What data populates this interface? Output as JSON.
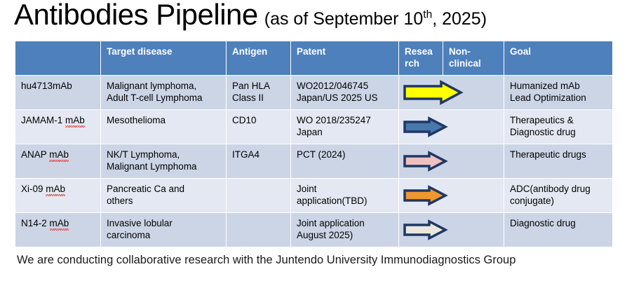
{
  "title": {
    "main": "Antibodies Pipeline",
    "sub_prefix": "(as of September 10",
    "sub_ordinal": "th",
    "sub_suffix": ", 2025)"
  },
  "table": {
    "headers": {
      "name": "",
      "target_disease": "Target disease",
      "antigen": "Antigen",
      "patent": "Patent",
      "research_line1": "Resea",
      "research_line2": "rch",
      "nonclinical_line1": "Non-",
      "nonclinical_line2": "clinical",
      "goal": "Goal"
    },
    "rows": [
      {
        "name": "hu4713mAb",
        "name_plain": "hu4713mAb",
        "name_misspelled": "",
        "disease_line1": "Malignant lymphoma,",
        "disease_line2": "Adult T-cell Lymphoma",
        "antigen_line1": "Pan HLA",
        "antigen_line2": "Class II",
        "patent_line1": "WO2012/046745",
        "patent_line2": "Japan/US 2025 US",
        "goal_line1": "Humanized mAb",
        "goal_line2": "Lead Optimization",
        "arrow": {
          "fill": "#ffff00",
          "stroke": "#1f3864",
          "size": "large",
          "label": "research-to-nonclinical-arrow"
        }
      },
      {
        "name": "JAMAM-1 mAb",
        "name_plain": "JAMAM-1 ",
        "name_misspelled": "mAb",
        "disease_line1": "Mesothelioma",
        "disease_line2": "",
        "antigen_line1": "CD10",
        "antigen_line2": "",
        "patent_line1": "WO 2018/235247",
        "patent_line2": "Japan",
        "goal_line1": "Therapeutics &",
        "goal_line2": "Diagnostic drug",
        "arrow": {
          "fill": "#4878ab",
          "stroke": "#1f3864",
          "size": "small",
          "label": "research-arrow"
        }
      },
      {
        "name": "ANAP mAb",
        "name_plain": "ANAP ",
        "name_misspelled": "mAb",
        "disease_line1": "NK/T Lymphoma,",
        "disease_line2": "Malignant Lymphoma",
        "antigen_line1": "ITGA4",
        "antigen_line2": "",
        "patent_line1": "PCT (2024)",
        "patent_line2": "",
        "goal_line1": "Therapeutic drugs",
        "goal_line2": "",
        "arrow": {
          "fill": "#eec0c0",
          "stroke": "#1f3864",
          "size": "small",
          "label": "research-arrow"
        }
      },
      {
        "name": "Xi-09 mAb",
        "name_plain": "Xi-09 ",
        "name_misspelled": "mAb",
        "disease_line1": "Pancreatic Ca and",
        "disease_line2": "others",
        "antigen_line1": "",
        "antigen_line2": "",
        "patent_line1": "Joint",
        "patent_line2": "application(TBD)",
        "goal_line1": "ADC(antibody drug",
        "goal_line2": "conjugate)",
        "arrow": {
          "fill": "#f2962f",
          "stroke": "#1f3864",
          "size": "small",
          "label": "research-arrow"
        }
      },
      {
        "name": "N14-2 mAb",
        "name_plain": "N14-2 ",
        "name_misspelled": "mAb",
        "disease_line1": "Invasive lobular",
        "disease_line2": "carcinoma",
        "antigen_line1": "",
        "antigen_line2": "",
        "patent_line1": "Joint application",
        "patent_line2": "August  2025)",
        "goal_line1": "Diagnostic drug",
        "goal_line2": "",
        "arrow": {
          "fill": "#eae8de",
          "stroke": "#1f3864",
          "size": "small",
          "label": "research-arrow"
        }
      }
    ]
  },
  "footer": {
    "note": "We are conducting collaborative research with the Juntendo University Immunodiagnostics Group"
  },
  "colors": {
    "header_blue": "#4e80bc",
    "row_dark": "#ccd5e6",
    "row_light": "#e3e8f2",
    "arrow_outline": "#1f3864"
  }
}
